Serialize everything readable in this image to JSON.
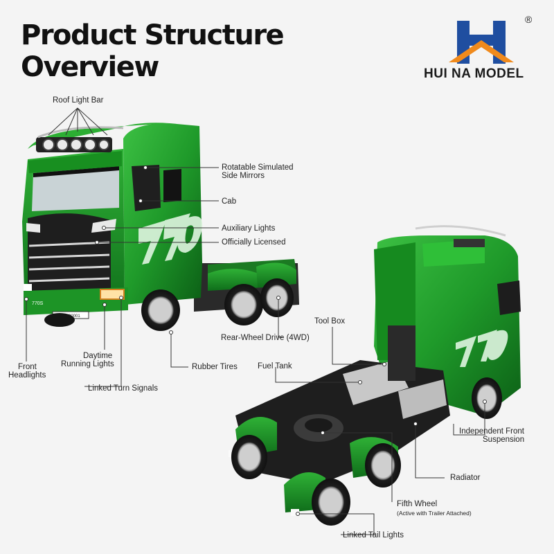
{
  "title": {
    "line1": "Product Structure",
    "line2": "Overview"
  },
  "brand": {
    "name": "HUI NA MODEL",
    "registered": "®",
    "logo_colors": [
      "#1f4ea0",
      "#f08a1c"
    ]
  },
  "truck_front": {
    "model_badge": "770S",
    "plate": "K M00001",
    "body_color": "#1f9a2a"
  },
  "truck_rear": {
    "model_badge": "770"
  },
  "labels": {
    "roof_light_bar": "Roof Light Bar",
    "side_mirrors_1": "Rotatable Simulated",
    "side_mirrors_2": "Side Mirrors",
    "cab": "Cab",
    "auxiliary_lights": "Auxiliary Lights",
    "officially_licensed": "Officially Licensed",
    "rear_wheel_drive": "Rear-Wheel Drive (4WD)",
    "tool_box": "Tool Box",
    "front_headlights_1": "Front",
    "front_headlights_2": "Headlights",
    "daytime_running_1": "Daytime",
    "daytime_running_2": "Running Lights",
    "rubber_tires": "Rubber Tires",
    "fuel_tank": "Fuel Tank",
    "linked_turn_signals": "Linked Turn Signals",
    "front_suspension_1": "Independent Front",
    "front_suspension_2": "Suspension",
    "radiator": "Radiator",
    "fifth_wheel": "Fifth Wheel",
    "fifth_wheel_note": "(Active with Trailer Attached)",
    "linked_tail_lights": "Linked Tail Lights"
  }
}
